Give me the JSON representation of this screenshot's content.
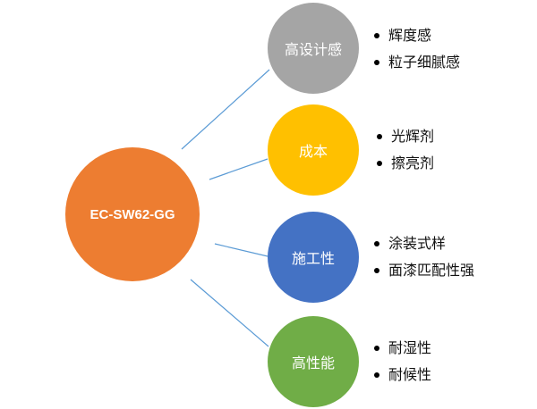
{
  "center": {
    "label": "EC-SW62-GG",
    "color": "#ED7D31"
  },
  "line_color": "#5B9BD5",
  "nodes": [
    {
      "label": "高设计感",
      "color": "#A5A5A5",
      "bullets": [
        "辉度感",
        "粒子细腻感"
      ]
    },
    {
      "label": "成本",
      "color": "#FFC000",
      "bullets": [
        "光辉剂",
        "擦亮剂"
      ]
    },
    {
      "label": "施工性",
      "color": "#4472C4",
      "bullets": [
        "涂装式样",
        "面漆匹配性强"
      ]
    },
    {
      "label": "高性能",
      "color": "#70AD47",
      "bullets": [
        "耐湿性",
        "耐候性"
      ]
    }
  ]
}
